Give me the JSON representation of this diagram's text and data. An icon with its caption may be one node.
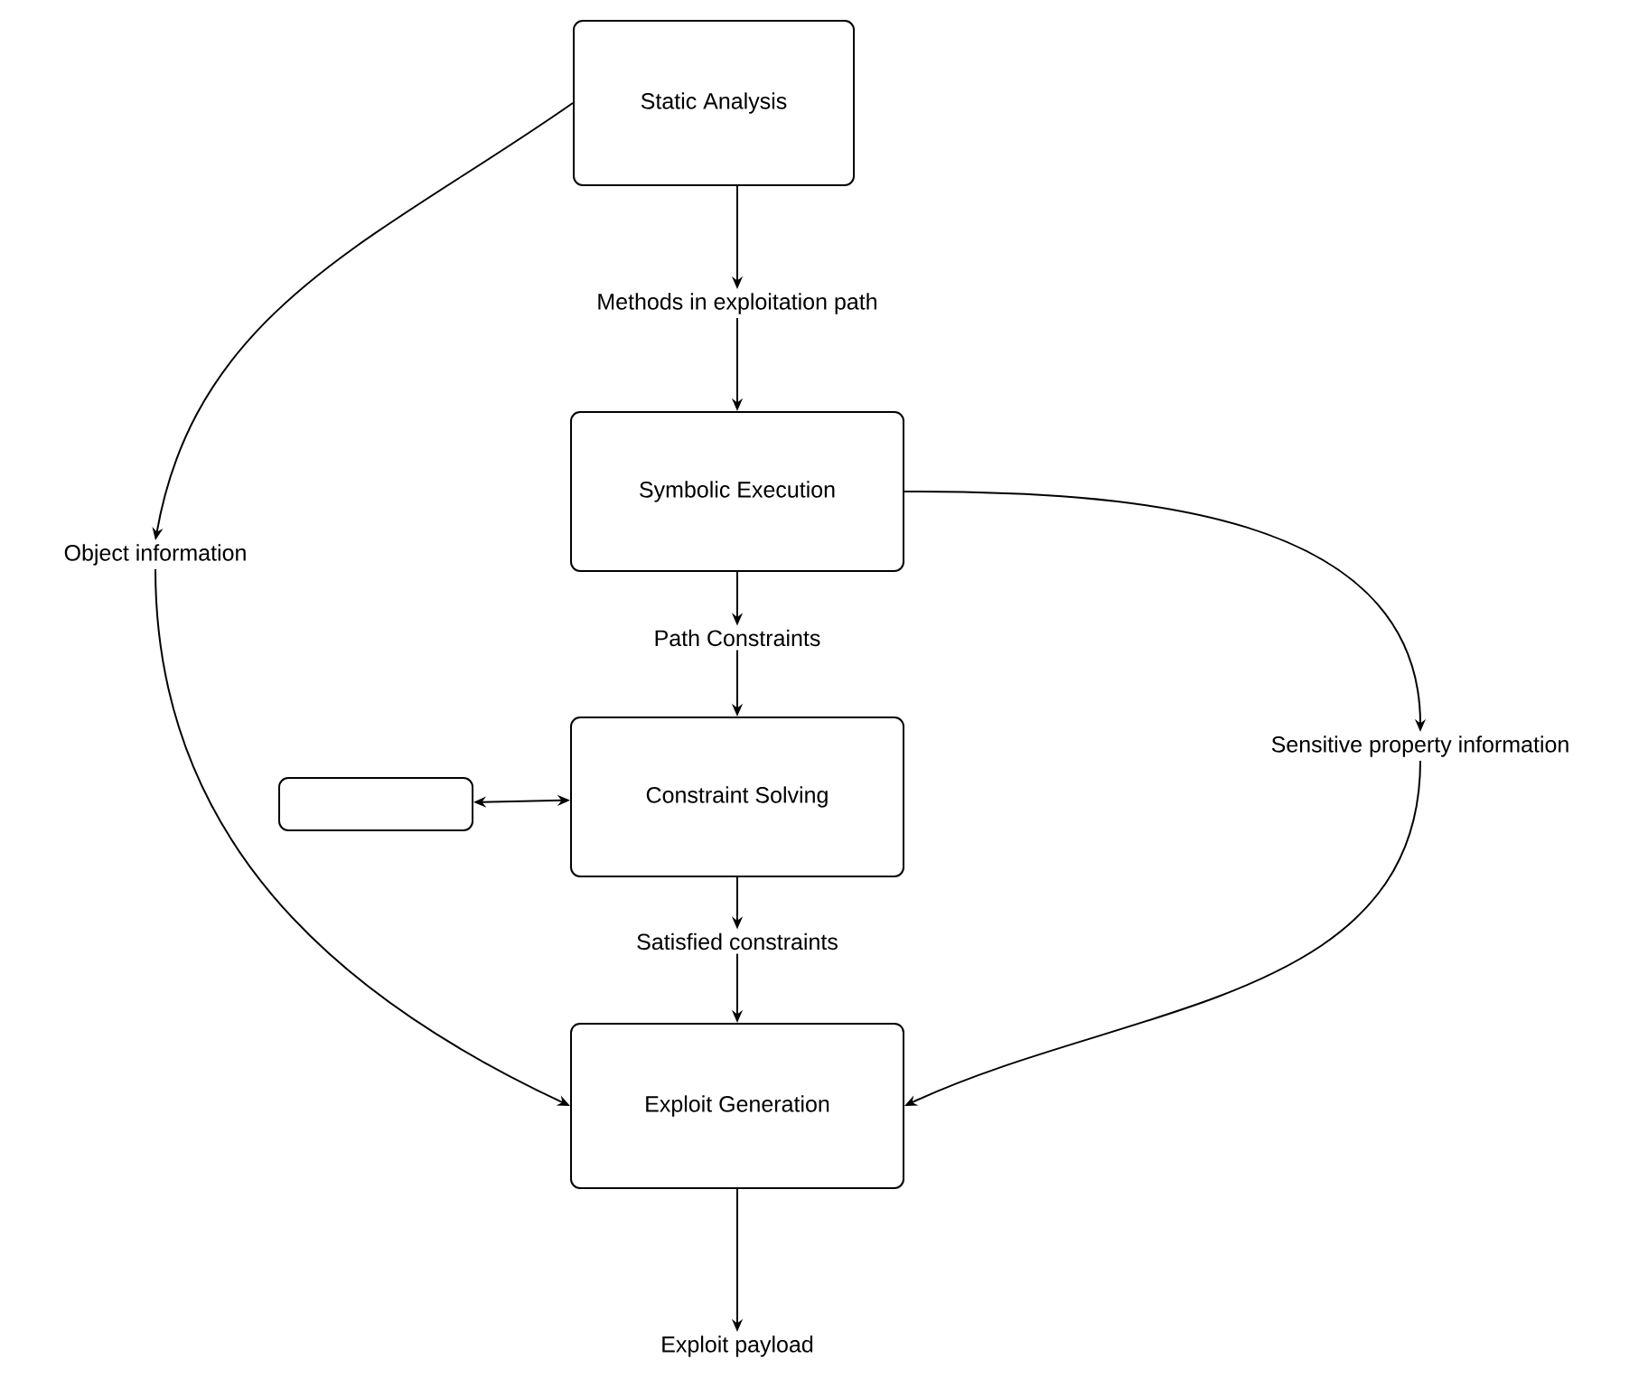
{
  "diagram": {
    "nodes": [
      {
        "text": [
          "Static Analysis"
        ]
      },
      {
        "text": [
          "Methods in exploitation path"
        ]
      },
      {
        "text": [
          "Symbolic Execution"
        ]
      },
      {
        "text": [
          "Path Constraints"
        ]
      },
      {
        "text": [
          "Constraint Solving"
        ]
      },
      {
        "text": [],
        "shape": "box"
      },
      {
        "text": [
          "Satisfied constraints"
        ]
      },
      {
        "text": [
          "Exploit Generation"
        ]
      },
      {
        "text": [
          "Exploit payload"
        ]
      },
      {
        "text": [
          "Object information"
        ]
      },
      {
        "text": [
          "Sensitive property information"
        ]
      }
    ],
    "edges": [
      {
        "from": 0,
        "to": 1,
        "arrow": "to"
      },
      {
        "from": 1,
        "to": 2,
        "arrow": "to"
      },
      {
        "from": 2,
        "to": 3,
        "arrow": "to"
      },
      {
        "from": 3,
        "to": 4,
        "arrow": "to"
      },
      {
        "from": 5,
        "to": 4,
        "arrow": "both"
      },
      {
        "from": 4,
        "to": 6,
        "arrow": "to"
      },
      {
        "from": 6,
        "to": 7,
        "arrow": "to"
      },
      {
        "from": 7,
        "to": 8,
        "arrow": "to"
      },
      {
        "from": 0,
        "to": 9,
        "arrow": "to"
      },
      {
        "from": 9,
        "to": 7,
        "arrow": "to"
      },
      {
        "from": 2,
        "to": 10,
        "arrow": "to"
      },
      {
        "from": 10,
        "to": 7,
        "arrow": "to"
      }
    ]
  }
}
